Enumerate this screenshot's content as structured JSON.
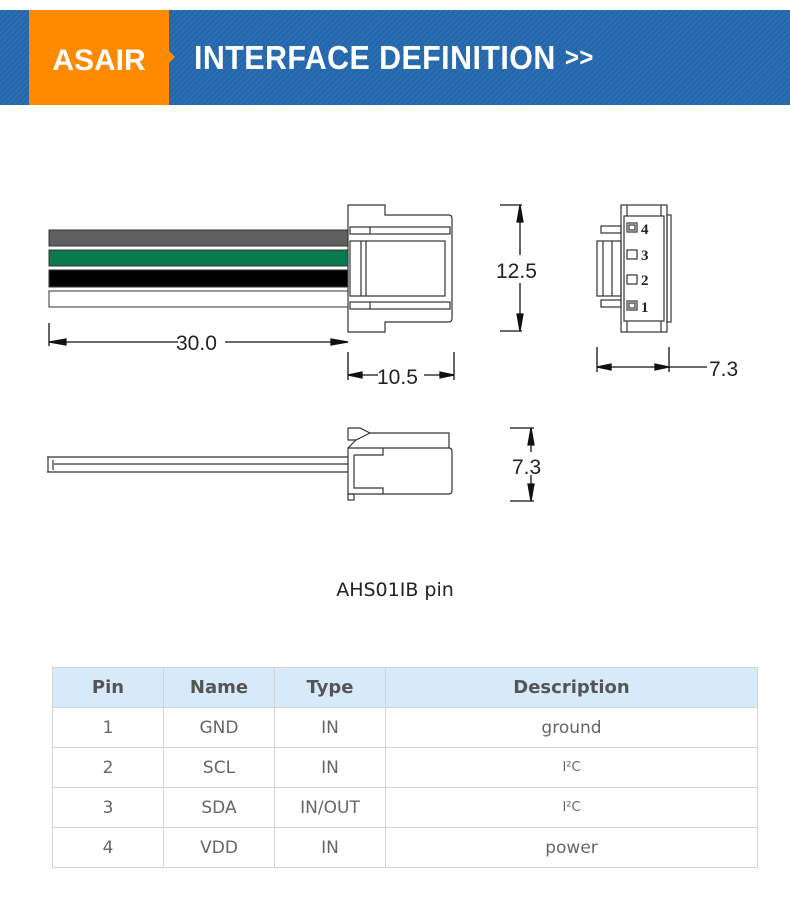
{
  "banner": {
    "brand": "ASAIR",
    "title": "INTERFACE DEFINITION",
    "arrows": ">>",
    "colors": {
      "blue": "#2467ad",
      "orange": "#ff8a00"
    }
  },
  "drawing": {
    "wire_colors": [
      "#5f5f5f",
      "#0a7a4e",
      "#000000",
      "#ffffff"
    ],
    "dimensions": {
      "wire_length": "30.0",
      "connector_length": "10.5",
      "connector_height": "12.5",
      "connector_width_front": "7.3",
      "connector_width_side": "7.3"
    },
    "pin_labels": [
      "4",
      "3",
      "2",
      "1"
    ]
  },
  "caption": "AHS01IB pin",
  "table": {
    "headers": [
      "Pin",
      "Name",
      "Type",
      "Description"
    ],
    "rows": [
      {
        "pin": "1",
        "name": "GND",
        "type": "IN",
        "description": "ground"
      },
      {
        "pin": "2",
        "name": "SCL",
        "type": "IN",
        "description": "I²C"
      },
      {
        "pin": "3",
        "name": "SDA",
        "type": "IN/OUT",
        "description": "I²C"
      },
      {
        "pin": "4",
        "name": "VDD",
        "type": "IN",
        "description": "power"
      }
    ]
  }
}
